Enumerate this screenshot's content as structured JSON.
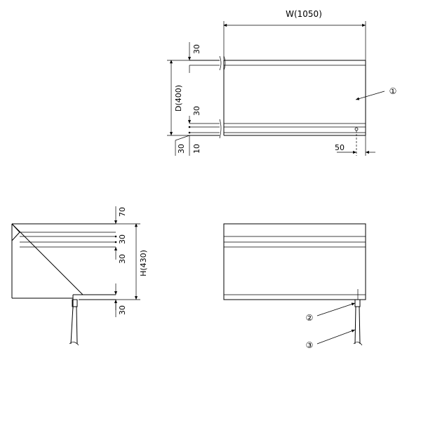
{
  "top_view": {
    "width_label": "W(1050)",
    "depth_label": "D(400)",
    "dim_30_top": "30",
    "dim_30_mid": "30",
    "dim_30_low": "30",
    "dim_10": "10",
    "dim_50": "50",
    "callout_1": "①"
  },
  "side_view": {
    "dim_70": "70",
    "dim_30_a": "30",
    "dim_30_b": "30",
    "dim_30_c": "30",
    "height_label": "H(430)"
  },
  "front_view": {
    "callout_2": "②",
    "callout_3": "③"
  }
}
